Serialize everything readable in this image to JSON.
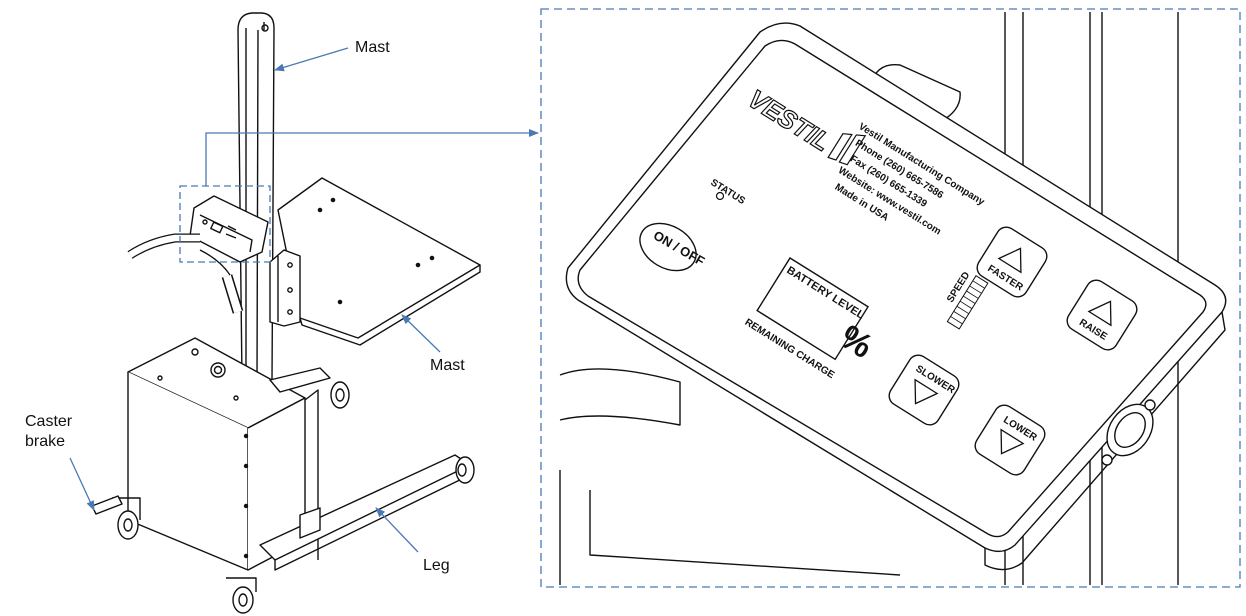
{
  "callouts": {
    "mast_top": "Mast",
    "mast_platform": "Mast",
    "caster_brake_line1": "Caster",
    "caster_brake_line2": "brake",
    "leg": "Leg"
  },
  "panel": {
    "brand_logo": "VESTIL",
    "company": [
      "Vestil Manufacturing Company",
      "Phone (260) 665-7586",
      "Fax (260) 665-1339",
      "Website: www.vestil.com",
      "Made in USA"
    ],
    "status": "STATUS",
    "on_off": "ON / OFF",
    "battery_level": "BATTERY LEVEL",
    "battery_unit": "%",
    "battery_caption": "REMAINING CHARGE",
    "speed_label": "SPEED",
    "faster": "FASTER",
    "slower": "SLOWER",
    "raise": "RAISE",
    "lower": "LOWER"
  },
  "colors": {
    "accent_blue": "#4a7ab5",
    "line": "#111111"
  }
}
